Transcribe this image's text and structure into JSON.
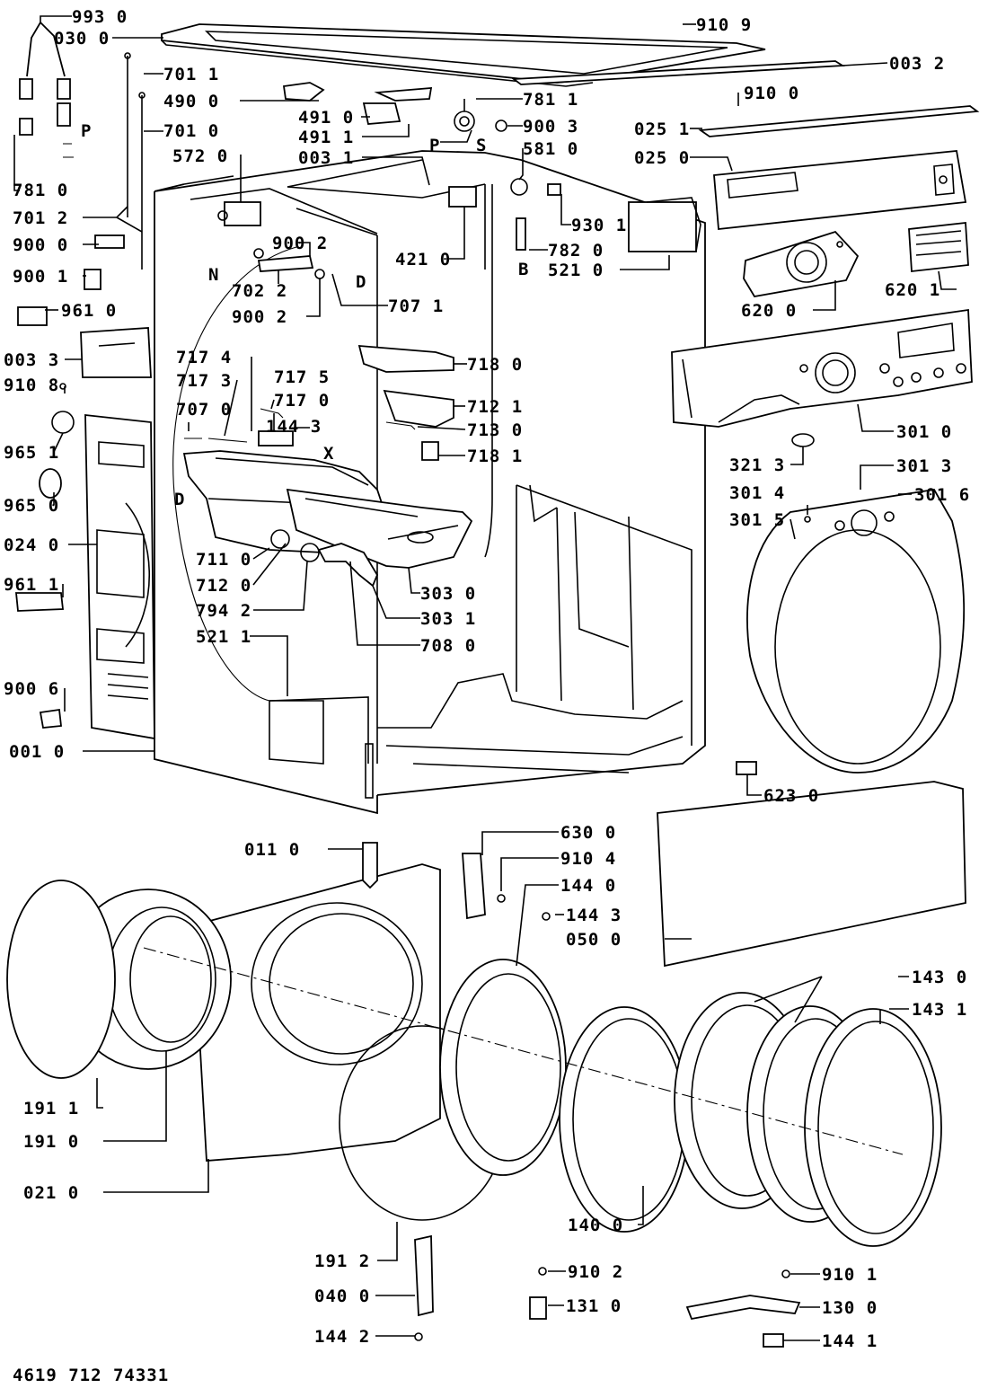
{
  "document_number": "4619 712 74331",
  "labels": [
    {
      "text": "993 0"
    },
    {
      "text": "030 0"
    },
    {
      "text": "701 1"
    },
    {
      "text": "490 0"
    },
    {
      "text": "701 0"
    },
    {
      "text": "572 0"
    },
    {
      "text": "781 0"
    },
    {
      "text": "701 2"
    },
    {
      "text": "900 0"
    },
    {
      "text": "900 1"
    },
    {
      "text": "961 0"
    },
    {
      "text": "003 3"
    },
    {
      "text": "910 8"
    },
    {
      "text": "965 1"
    },
    {
      "text": "965 0"
    },
    {
      "text": "024 0"
    },
    {
      "text": "961 1"
    },
    {
      "text": "900 6"
    },
    {
      "text": "001 0"
    },
    {
      "text": "491 0"
    },
    {
      "text": "491 1"
    },
    {
      "text": "003 1"
    },
    {
      "text": "781 1"
    },
    {
      "text": "900 3"
    },
    {
      "text": "581 0"
    },
    {
      "text": "910 9"
    },
    {
      "text": "003 2"
    },
    {
      "text": "910 0"
    },
    {
      "text": "025 1"
    },
    {
      "text": "025 0"
    },
    {
      "text": "930 1"
    },
    {
      "text": "782 0"
    },
    {
      "text": "521 0"
    },
    {
      "text": "421 0"
    },
    {
      "text": "620 1"
    },
    {
      "text": "620 0"
    },
    {
      "text": "900 2"
    },
    {
      "text": "702 2"
    },
    {
      "text": "900 2"
    },
    {
      "text": "707 1"
    },
    {
      "text": "718 0"
    },
    {
      "text": "717 4"
    },
    {
      "text": "717 3"
    },
    {
      "text": "717 5"
    },
    {
      "text": "717 0"
    },
    {
      "text": "707 0"
    },
    {
      "text": "144 3"
    },
    {
      "text": "712 1"
    },
    {
      "text": "713 0"
    },
    {
      "text": "718 1"
    },
    {
      "text": "711 0"
    },
    {
      "text": "712 0"
    },
    {
      "text": "794 2"
    },
    {
      "text": "303 0"
    },
    {
      "text": "303 1"
    },
    {
      "text": "708 0"
    },
    {
      "text": "521 1"
    },
    {
      "text": "301 0"
    },
    {
      "text": "321 3"
    },
    {
      "text": "301 3"
    },
    {
      "text": "301 4"
    },
    {
      "text": "301 6"
    },
    {
      "text": "301 5"
    },
    {
      "text": "623 0"
    },
    {
      "text": "011 0"
    },
    {
      "text": "630 0"
    },
    {
      "text": "910 4"
    },
    {
      "text": "144 0"
    },
    {
      "text": "144 3"
    },
    {
      "text": "050 0"
    },
    {
      "text": "143 0"
    },
    {
      "text": "143 1"
    },
    {
      "text": "191 1"
    },
    {
      "text": "191 0"
    },
    {
      "text": "021 0"
    },
    {
      "text": "140 0"
    },
    {
      "text": "191 2"
    },
    {
      "text": "040 0"
    },
    {
      "text": "144 2"
    },
    {
      "text": "910 2"
    },
    {
      "text": "131 0"
    },
    {
      "text": "910 1"
    },
    {
      "text": "130 0"
    },
    {
      "text": "144 1"
    }
  ],
  "markers": [
    {
      "text": "P"
    },
    {
      "text": "P"
    },
    {
      "text": "S"
    },
    {
      "text": "N"
    },
    {
      "text": "D"
    },
    {
      "text": "B"
    },
    {
      "text": "X"
    },
    {
      "text": "D"
    }
  ]
}
